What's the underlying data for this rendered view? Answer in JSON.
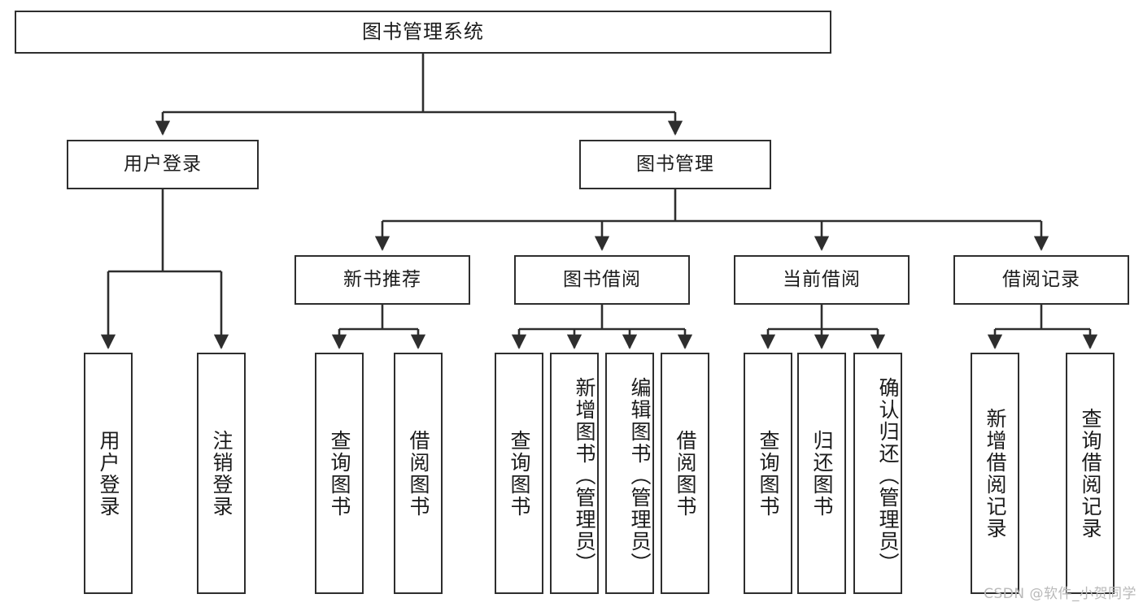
{
  "diagram": {
    "title": "图书管理系统",
    "watermark": "CSDN @软件_小贺同学",
    "line_color": "#2e2e2e",
    "box_fill": "#ffffff",
    "text_color": "#1b1b1b",
    "watermark_color": "#b9b9b9",
    "levels": {
      "level1": [
        {
          "id": "root",
          "label": "图书管理系统"
        }
      ],
      "level2": [
        {
          "id": "user-login",
          "label": "用户登录"
        },
        {
          "id": "book-management",
          "label": "图书管理"
        }
      ],
      "level3": [
        {
          "id": "new-book-recommend",
          "label": "新书推荐"
        },
        {
          "id": "book-borrow",
          "label": "图书借阅"
        },
        {
          "id": "current-borrow",
          "label": "当前借阅"
        },
        {
          "id": "borrow-record",
          "label": "借阅记录"
        }
      ],
      "leaves": [
        {
          "id": "leaf-user-login",
          "label": "用户登录",
          "parent": "user-login"
        },
        {
          "id": "leaf-logout-login",
          "label": "注销登录",
          "parent": "user-login"
        },
        {
          "id": "leaf-query-book-1",
          "label": "查询图书",
          "parent": "new-book-recommend"
        },
        {
          "id": "leaf-borrow-book-1",
          "label": "借阅图书",
          "parent": "new-book-recommend"
        },
        {
          "id": "leaf-query-book-2",
          "label": "查询图书",
          "parent": "book-borrow"
        },
        {
          "id": "leaf-add-book",
          "label": "新增图书（管理员）",
          "parent": "book-borrow"
        },
        {
          "id": "leaf-edit-book",
          "label": "编辑图书（管理员）",
          "parent": "book-borrow"
        },
        {
          "id": "leaf-borrow-book-2",
          "label": "借阅图书",
          "parent": "book-borrow"
        },
        {
          "id": "leaf-query-book-3",
          "label": "查询图书",
          "parent": "current-borrow"
        },
        {
          "id": "leaf-return-book",
          "label": "归还图书",
          "parent": "current-borrow"
        },
        {
          "id": "leaf-confirm-return",
          "label": "确认归还（管理员）",
          "parent": "current-borrow"
        },
        {
          "id": "leaf-add-record",
          "label": "新增借阅记录",
          "parent": "borrow-record"
        },
        {
          "id": "leaf-query-record",
          "label": "查询借阅记录",
          "parent": "borrow-record"
        }
      ]
    }
  }
}
